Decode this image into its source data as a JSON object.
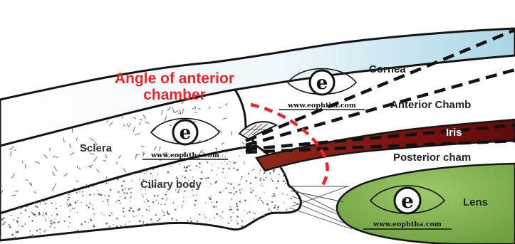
{
  "diagram": {
    "title_lines": [
      "Angle of anterior",
      "chamber"
    ],
    "labels": {
      "cornea": "Cornea",
      "anterior_chamber": "Anterior Chamb",
      "iris": "Iris",
      "posterior_chamber": "Posterior cham",
      "lens": "Lens",
      "sclera": "Sclera",
      "ciliary_body": "Ciliary body"
    },
    "watermark": {
      "letter": "e",
      "url": "www.eophtha.com"
    },
    "colors": {
      "title_red": "#e8262a",
      "iris_dark_red": "#7a1212",
      "lens_green": "#7aad47",
      "cornea_blue": "#bfe0ec",
      "outline": "#141414"
    }
  }
}
